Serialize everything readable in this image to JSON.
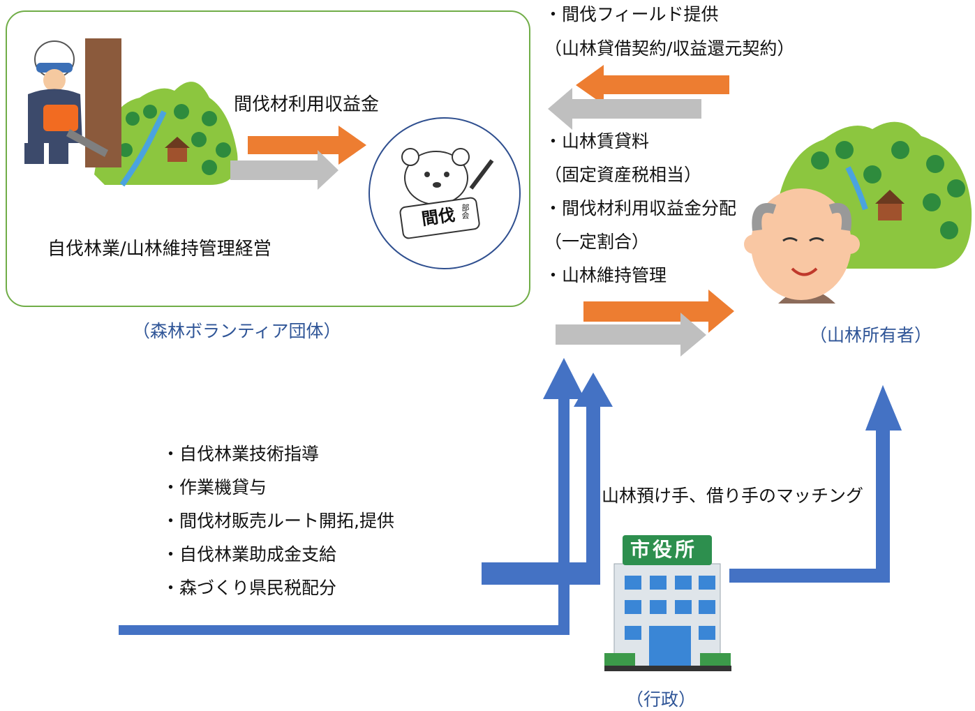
{
  "volunteer": {
    "label": "（森林ボランティア団体）",
    "activity": "自伐林業/山林維持管理経営",
    "income_label": "間伐材利用収益金",
    "logo_text": "間伐",
    "logo_badge": "部会"
  },
  "to_volunteer": {
    "line1": "・間伐フィールド提供",
    "line2": "（山林貸借契約/収益還元契約）"
  },
  "to_owner": {
    "items": [
      "・山林賃貸料",
      "（固定資産税相当）",
      "・間伐材利用収益金分配",
      "（一定割合）",
      "・山林維持管理"
    ]
  },
  "owner": {
    "label": "（山林所有者）"
  },
  "government": {
    "label": "（行政）",
    "sign": "市役所",
    "matching": "山林預け手、借り手のマッチング",
    "support_items": [
      "・自伐林業技術指導",
      "・作業機貸与",
      "・間伐材販売ルート開拓,提供",
      "・自伐林業助成金支給",
      "・森づくり県民税配分"
    ]
  },
  "colors": {
    "orange": "#ed7d31",
    "gray": "#bfbfbf",
    "blue": "#4472c4",
    "green_border": "#70ad47",
    "label_blue": "#2f5597"
  }
}
